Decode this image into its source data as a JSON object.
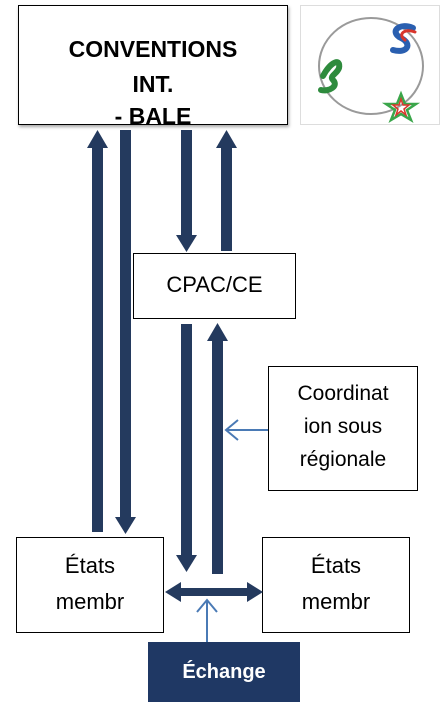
{
  "diagram": {
    "top_box": {
      "line1": "CONVENTIONS",
      "line2": "INT.",
      "line3": "- BALE"
    },
    "middle_box": {
      "label": "CPAC/CE"
    },
    "coordination_box": {
      "line1": "Coordinat",
      "line2": "ion sous",
      "line3": "régionale"
    },
    "left_box": {
      "line1": "États",
      "line2": "membr"
    },
    "right_box": {
      "line1": "États",
      "line2": "membr"
    },
    "exchange_box": {
      "label": "Échange"
    }
  },
  "colors": {
    "arrow_dark": "#243a5e",
    "arrow_light": "#4a7ab5",
    "exchange_fill": "#1f3864",
    "logo_ring": "#9a9a9a",
    "logo_b": "#2e8b3d",
    "logo_s_blue": "#2a5fb0",
    "logo_s_red": "#d9352b",
    "logo_star": "#3aa64a"
  },
  "icons": {
    "logo": "basel-stockholm-rotterdam-logo-icon"
  }
}
